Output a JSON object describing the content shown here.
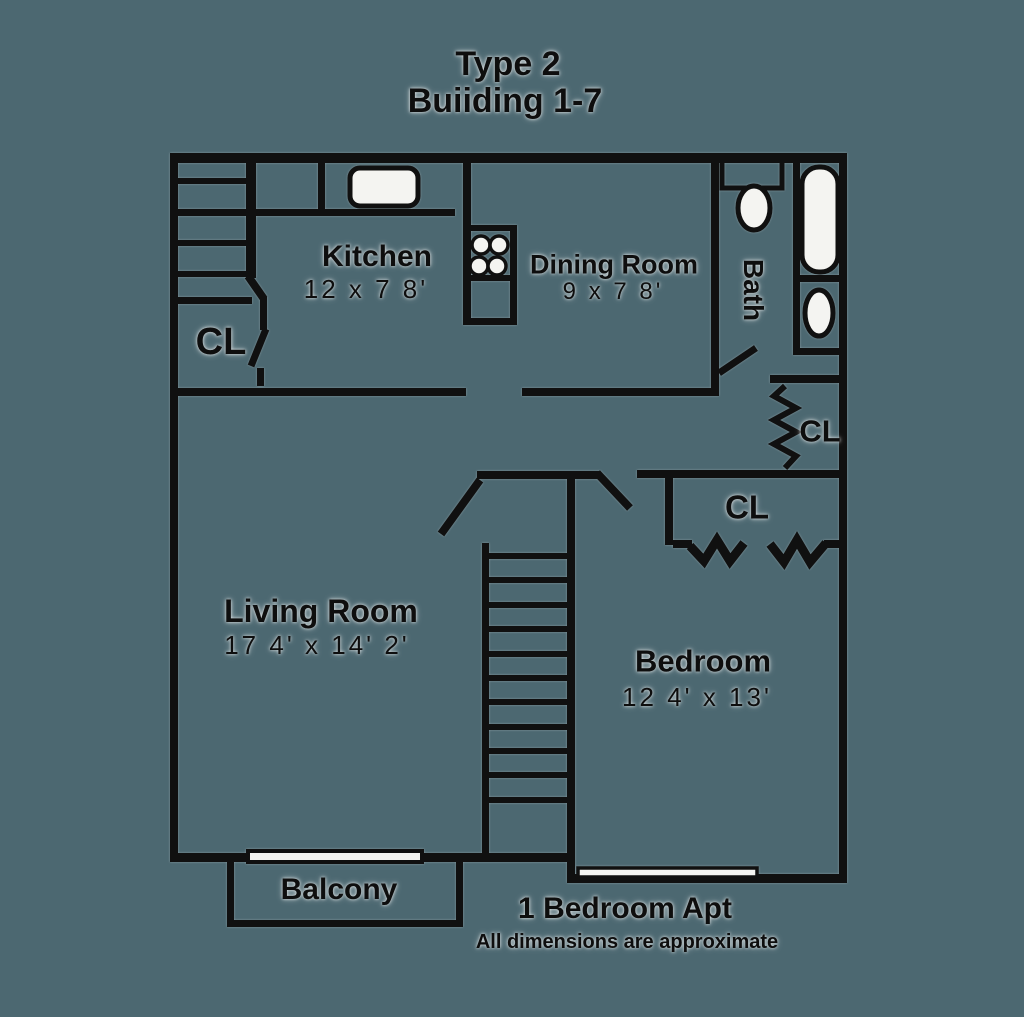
{
  "colors": {
    "background": "#4c6871",
    "line": "#101010",
    "fixture_fill": "#f4f4f1"
  },
  "header": {
    "type_label": "Type 2",
    "building_label": "Buiiding 1-7"
  },
  "rooms": {
    "kitchen": {
      "name": "Kitchen",
      "dimensions": "12 x 7 8'"
    },
    "dining": {
      "name": "Dining Room",
      "dimensions": "9 x 7 8'"
    },
    "living": {
      "name": "Living Room",
      "dimensions": "17 4' x 14' 2'"
    },
    "bedroom": {
      "name": "Bedroom",
      "dimensions": "12 4' x 13'"
    },
    "bath": {
      "name": "Bath"
    },
    "balcony": {
      "name": "Balcony"
    }
  },
  "closets": {
    "upper_left": "CL",
    "hall": "CL",
    "bedroom": "CL"
  },
  "footer": {
    "apartment_type": "1 Bedroom Apt",
    "disclaimer": "All dimensions are approximate"
  }
}
